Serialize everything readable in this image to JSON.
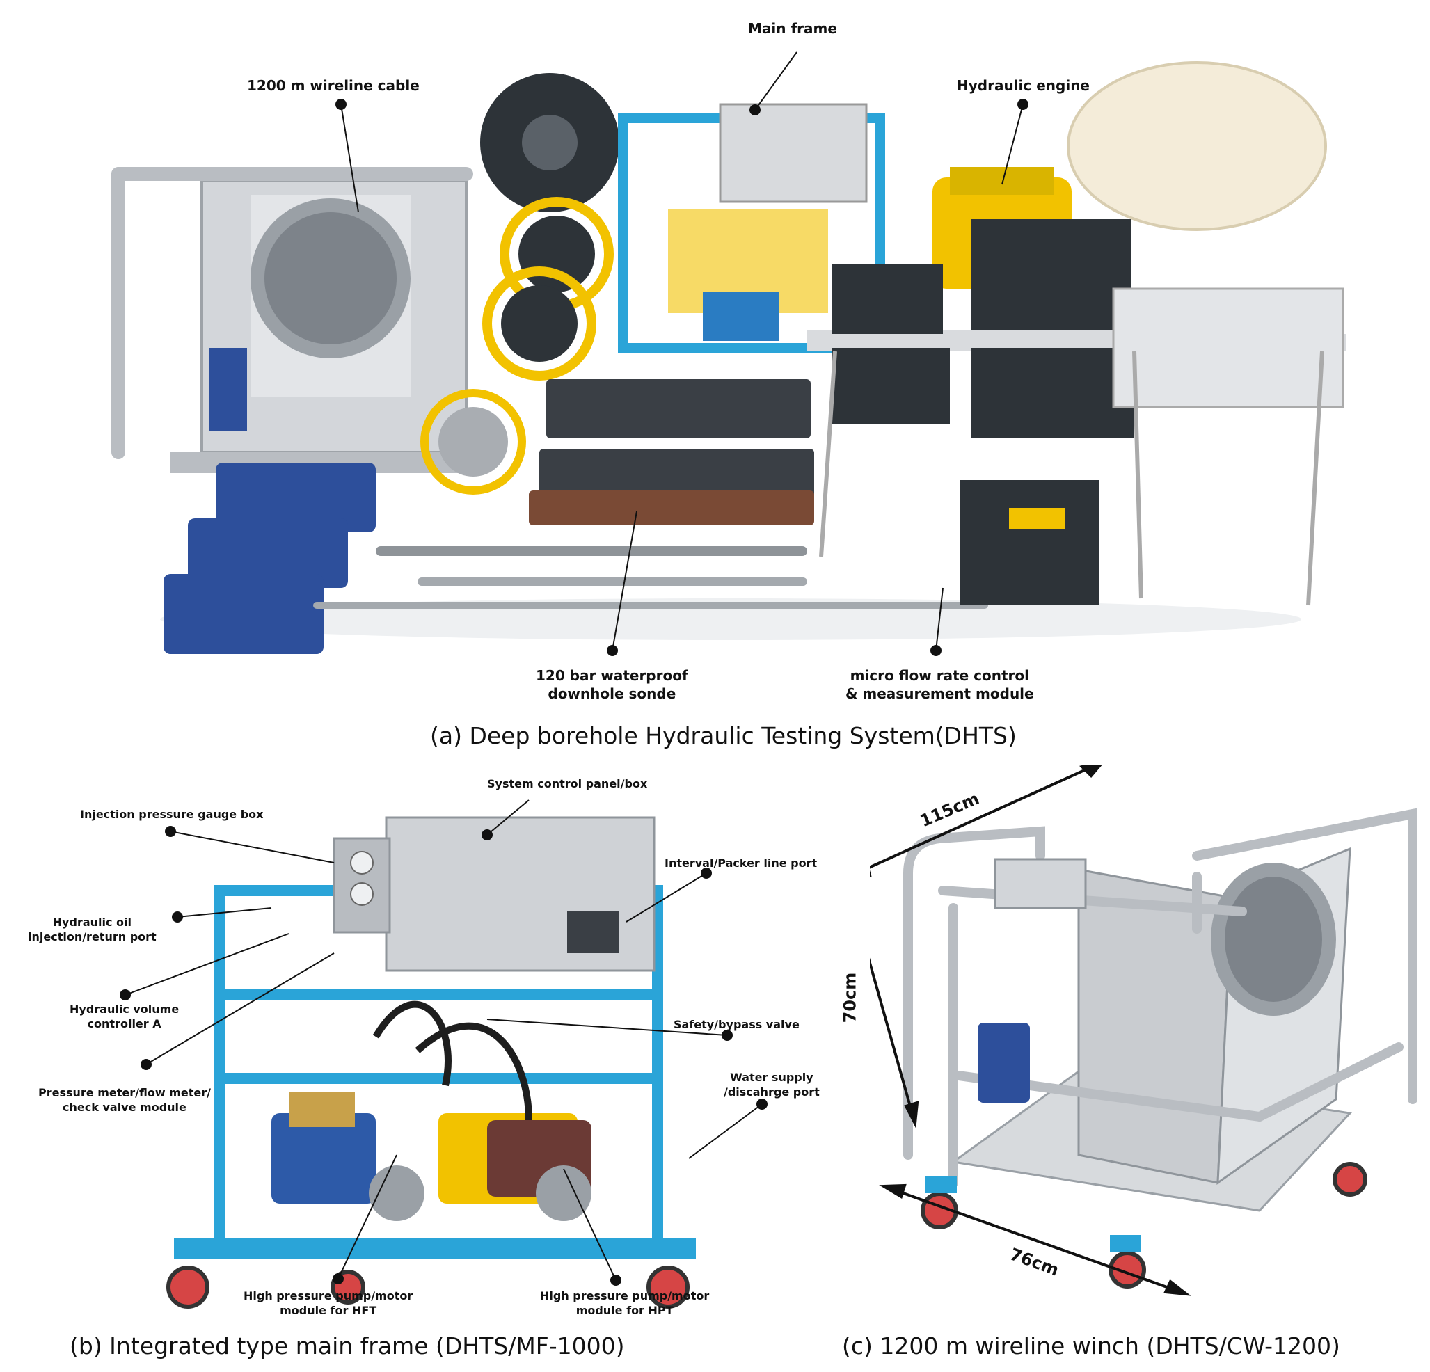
{
  "panel_a": {
    "caption": "(a) Deep borehole Hydraulic Testing System(DHTS)",
    "callouts": {
      "main_frame": "Main  frame",
      "wireline_cable": "1200 m  wireline cable",
      "hydraulic_engine": "Hydraulic  engine",
      "sonde_line1": "120 bar  waterproof",
      "sonde_line2": "downhole  sonde",
      "flow_module_line1": "micro  flow rate control",
      "flow_module_line2": "& measurement  module"
    }
  },
  "panel_b": {
    "caption": "(b) Integrated type main frame (DHTS/MF-1000)",
    "callouts": {
      "control_panel": "System control panel/box",
      "gauge_box": "Injection pressure gauge box",
      "interval_port": "Interval/Packer line port",
      "oil_port_line1": "Hydraulic oil",
      "oil_port_line2": "injection/return port",
      "volume_ctrl_line1": "Hydraulic  volume",
      "volume_ctrl_line2": "controller A",
      "safety_valve": "Safety/bypass valve",
      "meter_module_line1": "Pressure meter/flow meter/",
      "meter_module_line2": "check valve module",
      "water_port_line1": "Water supply",
      "water_port_line2": "/discahrge port",
      "pump_hft_line1": "High pressure pump/motor",
      "pump_hft_line2": "module for HFT",
      "pump_hpt_line1": "High pressure pump/motor",
      "pump_hpt_line2": "module for HPT"
    }
  },
  "panel_c": {
    "caption": "(c) 1200 m wireline winch (DHTS/CW-1200)",
    "dimensions": {
      "length": "115cm",
      "height": "70cm",
      "width": "76cm"
    }
  },
  "colors": {
    "frame_blue": "#2aa4d8",
    "steel": "#c9ccd0",
    "toolbox_blue": "#2d4f9b",
    "reel_yellow": "#f2c200"
  }
}
